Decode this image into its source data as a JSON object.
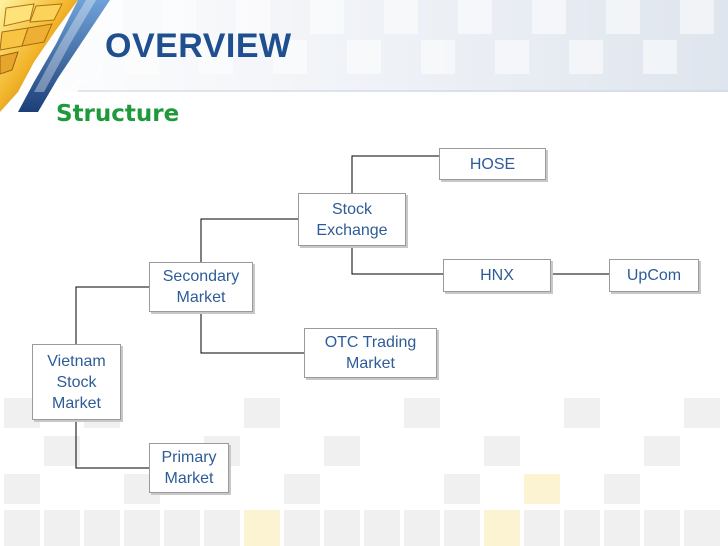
{
  "header": {
    "title": "OVERVIEW"
  },
  "subtitle": "Structure",
  "diagram": {
    "nodes": {
      "vietnam_stock_market": "Vietnam\nStock\nMarket",
      "secondary_market": "Secondary\nMarket",
      "primary_market": "Primary\nMarket",
      "stock_exchange": "Stock\nExchange",
      "otc_trading_market": "OTC Trading\nMarket",
      "hose": "HOSE",
      "hnx": "HNX",
      "upcom": "UpCom"
    }
  },
  "colors": {
    "title": "#1f4f8f",
    "subtitle": "#1f9a3a",
    "node_text": "#2e5c97",
    "connector": "#000000"
  },
  "icons": {
    "logo": "gold-bars-icon"
  }
}
